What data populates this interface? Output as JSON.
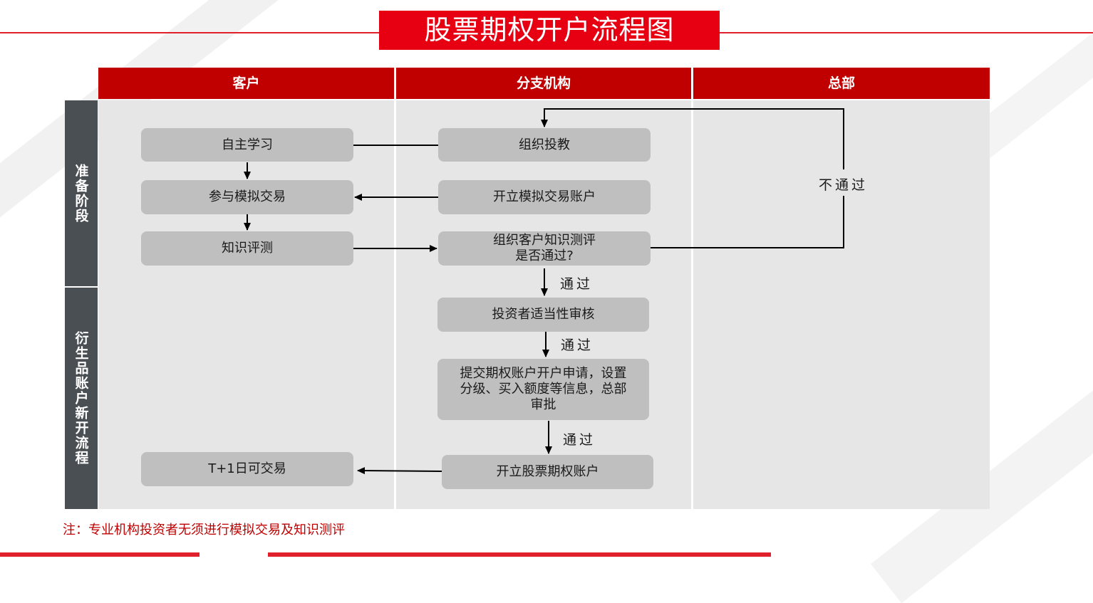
{
  "title": "股票期权开户流程图",
  "columns": {
    "customer": "客户",
    "branch": "分支机构",
    "hq": "总部"
  },
  "phases": {
    "prep": "准备阶段",
    "open": "衍生品账户新开流程"
  },
  "nodes": {
    "self_study": "自主学习",
    "organize_edu": "组织投教",
    "sim_trade": "参与模拟交易",
    "open_sim_account": "开立模拟交易账户",
    "knowledge_test": "知识评测",
    "organize_test_l1": "组织客户知识测评",
    "organize_test_l2": "是否通过?",
    "suitability": "投资者适当性审核",
    "submit_l1": "提交期权账户开户申请，设置",
    "submit_l2": "分级、买入额度等信息，总部",
    "submit_l3": "审批",
    "open_option_account": "开立股票期权账户",
    "t1_trade": "T+1日可交易"
  },
  "labels": {
    "fail": "不通过",
    "pass1": "通过",
    "pass2": "通过",
    "pass3": "通过"
  },
  "note": "注：专业机构投资者无须进行模拟交易及知识测评",
  "colors": {
    "header": "#c00000",
    "title": "#e60012",
    "lane": "#e6e6e6",
    "node": "#bfbfbf",
    "phase": "#4a4f54",
    "note": "#c00000"
  }
}
